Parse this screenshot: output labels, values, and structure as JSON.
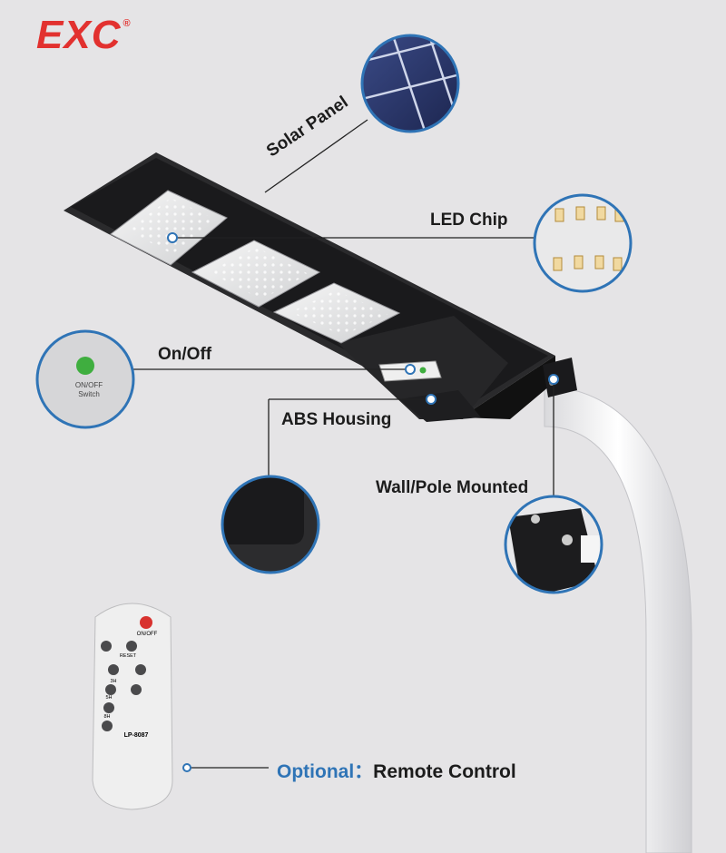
{
  "brand": {
    "name": "EXC",
    "registered": "®",
    "color": "#e2312f"
  },
  "labels": {
    "solar_panel": "Solar Panel",
    "led_chip": "LED Chip",
    "on_off": "On/Off",
    "abs_housing": "ABS Housing",
    "wall_pole_mounted": "Wall/Pole Mounted"
  },
  "switch_text": {
    "line1": "ON/OFF",
    "line2": "Switch"
  },
  "remote": {
    "on_off": "ON/OFF",
    "reset": "RESET",
    "b3h": "3H",
    "b5h": "5H",
    "b8h": "8H",
    "model": "LP-8087"
  },
  "footer": {
    "optional": "Optional",
    "separator": "：",
    "remote_control": "Remote Control",
    "accent_color": "#2f74b6"
  }
}
